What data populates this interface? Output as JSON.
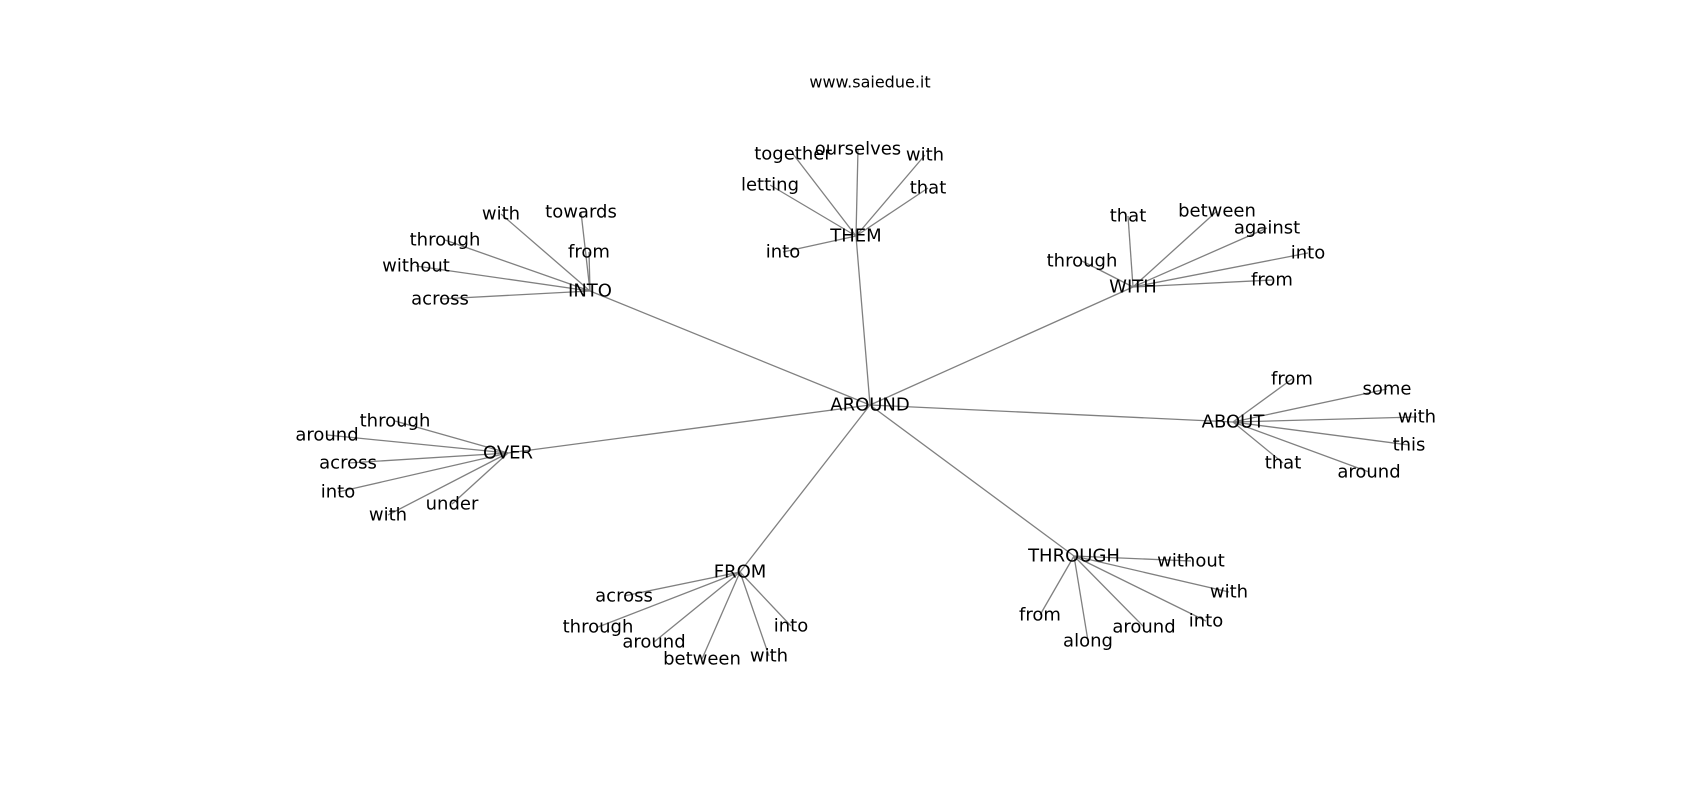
{
  "watermark": "www.saiedue.it",
  "root": "AROUND",
  "branches": [
    {
      "id": "them",
      "label": "THEM",
      "children": [
        "ourselves",
        "together",
        "with",
        "letting",
        "that",
        "into"
      ]
    },
    {
      "id": "into",
      "label": "INTO",
      "children": [
        "with",
        "towards",
        "through",
        "from",
        "without",
        "across"
      ]
    },
    {
      "id": "with",
      "label": "WITH",
      "children": [
        "that",
        "between",
        "against",
        "through",
        "into",
        "from"
      ]
    },
    {
      "id": "over",
      "label": "OVER",
      "children": [
        "through",
        "around",
        "across",
        "into",
        "with",
        "under"
      ]
    },
    {
      "id": "about",
      "label": "ABOUT",
      "children": [
        "from",
        "some",
        "with",
        "this",
        "that",
        "around"
      ]
    },
    {
      "id": "from",
      "label": "FROM",
      "children": [
        "across",
        "through",
        "around",
        "between",
        "with",
        "into"
      ]
    },
    {
      "id": "through",
      "label": "THROUGH",
      "children": [
        "without",
        "with",
        "from",
        "along",
        "around",
        "into"
      ]
    }
  ]
}
